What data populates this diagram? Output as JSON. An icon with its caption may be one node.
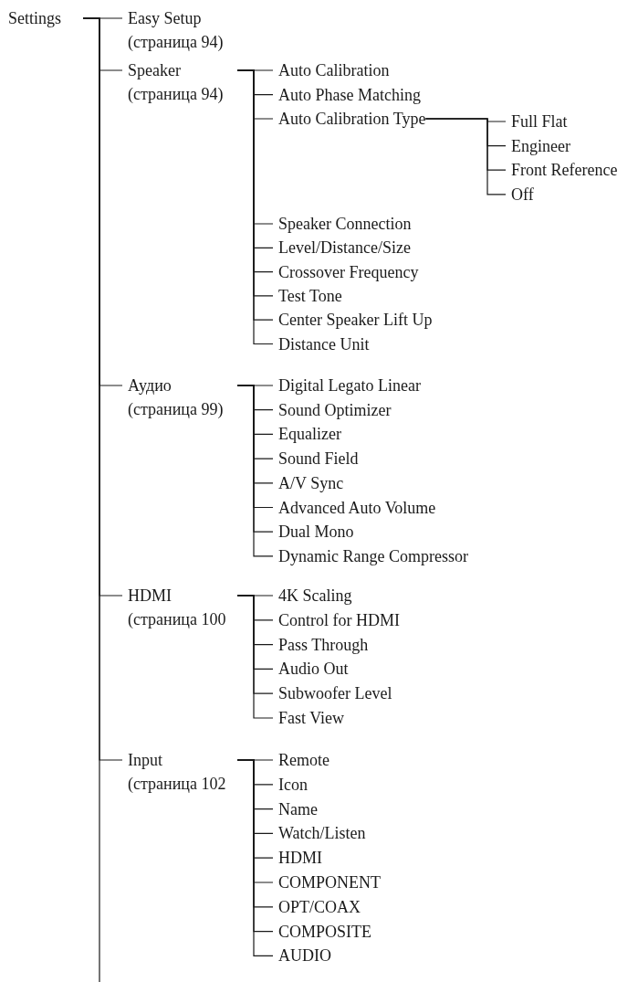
{
  "diagram": {
    "nodes": [
      {
        "text": [
          "Settings"
        ]
      },
      {
        "text": [
          "Easy Setup",
          "(страница 94)"
        ]
      },
      {
        "text": [
          "Speaker",
          "(страница 94)"
        ]
      },
      {
        "text": [
          "Auto Calibration"
        ]
      },
      {
        "text": [
          "Auto Phase Matching"
        ]
      },
      {
        "text": [
          "Auto Calibration Type"
        ]
      },
      {
        "text": [
          "Full Flat"
        ]
      },
      {
        "text": [
          "Engineer"
        ]
      },
      {
        "text": [
          "Front Reference"
        ]
      },
      {
        "text": [
          "Off"
        ]
      },
      {
        "text": [
          "Speaker Connection"
        ]
      },
      {
        "text": [
          "Level/Distance/Size"
        ]
      },
      {
        "text": [
          "Crossover Frequency"
        ]
      },
      {
        "text": [
          "Test Tone"
        ]
      },
      {
        "text": [
          "Center Speaker Lift Up"
        ]
      },
      {
        "text": [
          "Distance Unit"
        ]
      },
      {
        "text": [
          "Аудио",
          "(страница 99)"
        ]
      },
      {
        "text": [
          "Digital Legato Linear"
        ]
      },
      {
        "text": [
          "Sound Optimizer"
        ]
      },
      {
        "text": [
          "Equalizer"
        ]
      },
      {
        "text": [
          "Sound Field"
        ]
      },
      {
        "text": [
          "A/V Sync"
        ]
      },
      {
        "text": [
          "Advanced Auto Volume"
        ]
      },
      {
        "text": [
          "Dual Mono"
        ]
      },
      {
        "text": [
          "Dynamic Range Compressor"
        ]
      },
      {
        "text": [
          "HDMI",
          "(страница 100"
        ]
      },
      {
        "text": [
          "4K Scaling"
        ]
      },
      {
        "text": [
          "Control for HDMI"
        ]
      },
      {
        "text": [
          "Pass Through"
        ]
      },
      {
        "text": [
          "Audio Out"
        ]
      },
      {
        "text": [
          "Subwoofer Level"
        ]
      },
      {
        "text": [
          "Fast View"
        ]
      },
      {
        "text": [
          "Input",
          "(страница 102"
        ]
      },
      {
        "text": [
          "Remote"
        ]
      },
      {
        "text": [
          "Icon"
        ]
      },
      {
        "text": [
          "Name"
        ]
      },
      {
        "text": [
          "Watch/Listen"
        ]
      },
      {
        "text": [
          "HDMI"
        ]
      },
      {
        "text": [
          "COMPONENT"
        ]
      },
      {
        "text": [
          "OPT/COAX"
        ]
      },
      {
        "text": [
          "COMPOSITE"
        ]
      },
      {
        "text": [
          "AUDIO"
        ]
      }
    ],
    "edges": [
      {
        "from": 0,
        "to": 1,
        "arrow": "none"
      },
      {
        "from": 0,
        "to": 2,
        "arrow": "none"
      },
      {
        "from": 0,
        "to": 16,
        "arrow": "none"
      },
      {
        "from": 0,
        "to": 25,
        "arrow": "none"
      },
      {
        "from": 0,
        "to": 32,
        "arrow": "none"
      },
      {
        "from": 0,
        "to": null,
        "arrow": "none"
      },
      {
        "from": 2,
        "to": 3,
        "arrow": "none"
      },
      {
        "from": 2,
        "to": 4,
        "arrow": "none"
      },
      {
        "from": 2,
        "to": 5,
        "arrow": "none"
      },
      {
        "from": 2,
        "to": 10,
        "arrow": "none"
      },
      {
        "from": 2,
        "to": 11,
        "arrow": "none"
      },
      {
        "from": 2,
        "to": 12,
        "arrow": "none"
      },
      {
        "from": 2,
        "to": 13,
        "arrow": "none"
      },
      {
        "from": 2,
        "to": 14,
        "arrow": "none"
      },
      {
        "from": 2,
        "to": 15,
        "arrow": "none"
      },
      {
        "from": 5,
        "to": 6,
        "arrow": "none"
      },
      {
        "from": 5,
        "to": 7,
        "arrow": "none"
      },
      {
        "from": 5,
        "to": 8,
        "arrow": "none"
      },
      {
        "from": 5,
        "to": 9,
        "arrow": "none"
      },
      {
        "from": 16,
        "to": 17,
        "arrow": "none"
      },
      {
        "from": 16,
        "to": 18,
        "arrow": "none"
      },
      {
        "from": 16,
        "to": 19,
        "arrow": "none"
      },
      {
        "from": 16,
        "to": 20,
        "arrow": "none"
      },
      {
        "from": 16,
        "to": 21,
        "arrow": "none"
      },
      {
        "from": 16,
        "to": 22,
        "arrow": "none"
      },
      {
        "from": 16,
        "to": 23,
        "arrow": "none"
      },
      {
        "from": 16,
        "to": 24,
        "arrow": "none"
      },
      {
        "from": 25,
        "to": 26,
        "arrow": "none"
      },
      {
        "from": 25,
        "to": 27,
        "arrow": "none"
      },
      {
        "from": 25,
        "to": 28,
        "arrow": "none"
      },
      {
        "from": 25,
        "to": 29,
        "arrow": "none"
      },
      {
        "from": 25,
        "to": 30,
        "arrow": "none"
      },
      {
        "from": 25,
        "to": 31,
        "arrow": "none"
      },
      {
        "from": 32,
        "to": 33,
        "arrow": "none"
      },
      {
        "from": 32,
        "to": 34,
        "arrow": "none"
      },
      {
        "from": 32,
        "to": 35,
        "arrow": "none"
      },
      {
        "from": 32,
        "to": 36,
        "arrow": "none"
      },
      {
        "from": 32,
        "to": 37,
        "arrow": "none"
      },
      {
        "from": 32,
        "to": 38,
        "arrow": "none"
      },
      {
        "from": 32,
        "to": 39,
        "arrow": "none"
      },
      {
        "from": 32,
        "to": 40,
        "arrow": "none"
      },
      {
        "from": 32,
        "to": 41,
        "arrow": "none"
      }
    ]
  }
}
